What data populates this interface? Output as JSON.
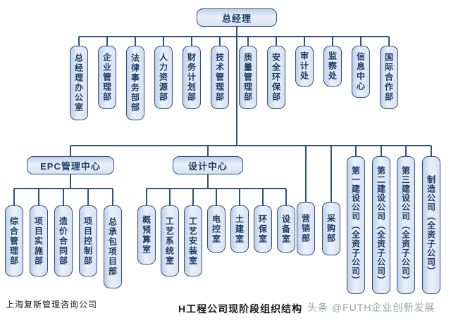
{
  "colors": {
    "box_border": "#31507f",
    "box_fill": "#d7e2f2",
    "node_text": "#1a3a66",
    "connector": "#31507f",
    "watermark_text": "#9a9fa8"
  },
  "root": {
    "label": "总经理"
  },
  "departments": [
    "总经理办公室",
    "企业管理部",
    "法律事务部部",
    "人力资源部",
    "财务计划部",
    "技术管理部",
    "质量管理部",
    "安全环保部",
    "审计处",
    "监察处",
    "信息中心",
    "国际合作部"
  ],
  "epc": {
    "label": "EPC管理中心",
    "children": [
      "综合管理部",
      "项目实施部",
      "造价合同部",
      "项目控制部",
      "总承包项目部"
    ]
  },
  "design": {
    "label": "设计中心",
    "children": [
      "概预算室",
      "工艺系统室",
      "工艺安装室",
      "电控室",
      "土建室",
      "环保室",
      "设备室"
    ]
  },
  "units": [
    "营销部",
    "采购部",
    "第一建设公司（全资子公司）",
    "第二建设公司（全资子公司）",
    "第三建设公司（全资子公司）",
    "制造公司（全资子公司）"
  ],
  "footer": {
    "company": "上海复斯管理咨询公司",
    "caption": "H工程公司现阶段组织结构",
    "watermark": "头条 @FUTH企业创新发展"
  }
}
